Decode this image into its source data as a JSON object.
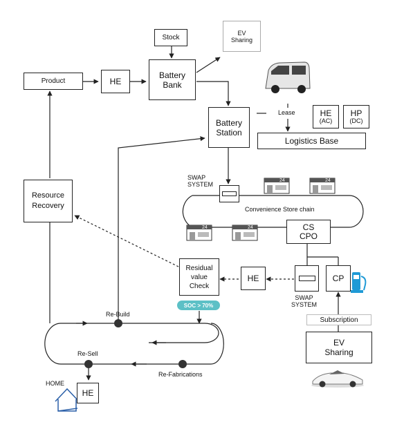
{
  "nodes": {
    "stock": "Stock",
    "ev_sharing_top_1": "EV",
    "ev_sharing_top_2": "Sharing",
    "product": "Product",
    "he_left": "HE",
    "battery_bank_1": "Battery",
    "battery_bank_2": "Bank",
    "battery_station_1": "Battery",
    "battery_station_2": "Station",
    "lease": "Lease",
    "he_ac_1": "HE",
    "he_ac_2": "(AC)",
    "hp_dc_1": "HP",
    "hp_dc_2": "(DC)",
    "logistics_base": "Logistics Base",
    "swap_system_top_1": "SWAP",
    "swap_system_top_2": "SYSTEM",
    "convenience_store_chain": "Convenience Store chain",
    "store_sign": "24",
    "cs_cpo_1": "CS",
    "cs_cpo_2": "CPO",
    "resource_recovery_1": "Resource",
    "resource_recovery_2": "Recovery",
    "residual_1": "Residual",
    "residual_2": "value",
    "residual_3": "Check",
    "he_middle": "HE",
    "cp": "CP",
    "swap_system_bottom_1": "SWAP",
    "swap_system_bottom_2": "SYSTEM",
    "soc_badge": "SOC > 70%",
    "rebuild": "Re-Build",
    "resell": "Re-Sell",
    "refabrications": "Re-Fabrications",
    "subscription": "Subscription",
    "ev_sharing_bottom_1": "EV",
    "ev_sharing_bottom_2": "Sharing",
    "home": "HOME",
    "he_home": "HE"
  },
  "colors": {
    "line": "#222222",
    "soc_badge_bg": "#5cc0c6",
    "charger_blue": "#1f9ad6"
  }
}
